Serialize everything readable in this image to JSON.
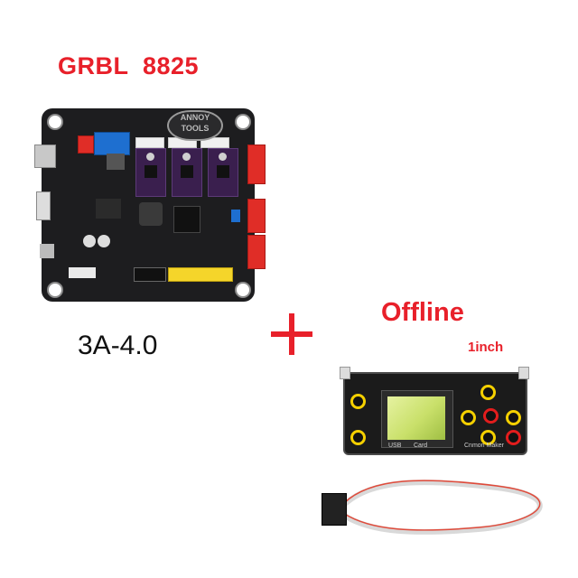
{
  "title": "GRBL  8825",
  "board_version": "3A-4.0",
  "plus_symbol": "+",
  "offline": {
    "title": "Offline",
    "size": "1inch"
  },
  "board": {
    "logo_text": "ANNOY TOOLS"
  },
  "controller": {
    "labels": {
      "usb": "USB",
      "card": "Card",
      "brand": "Cnmon Maker"
    }
  },
  "colors": {
    "accent_red": "#e8202a",
    "board_black": "#1d1d1f",
    "driver_purple": "#3a1f4e",
    "button_yellow": "#f5d000"
  }
}
